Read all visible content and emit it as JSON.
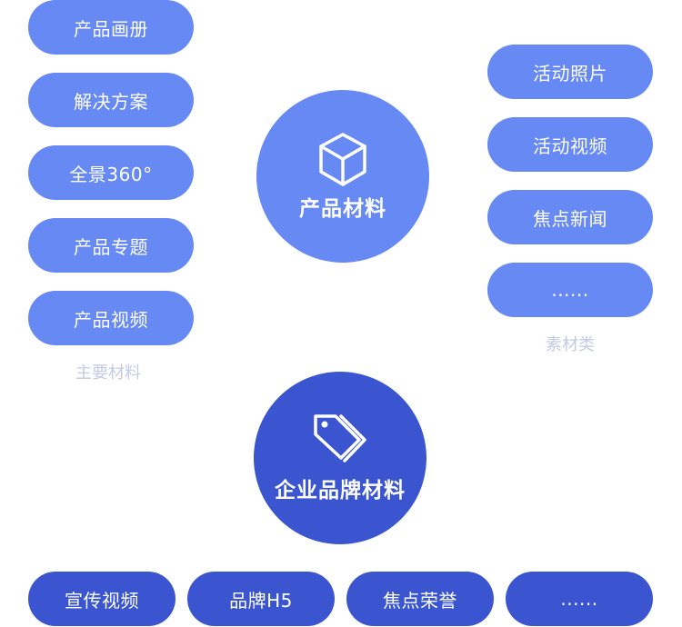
{
  "product_materials": {
    "center_label": "产品材料",
    "icon": "cube-icon",
    "main_group": {
      "caption": "主要材料",
      "items": [
        "产品画册",
        "解决方案",
        "全景360°",
        "产品专题",
        "产品视频"
      ]
    },
    "assets_group": {
      "caption": "素材类",
      "items": [
        "活动照片",
        "活动视频",
        "焦点新闻",
        "......"
      ]
    }
  },
  "brand_materials": {
    "center_label": "企业品牌材料",
    "icon": "tag-icon",
    "items": [
      "宣传视频",
      "品牌H5",
      "焦点荣誉",
      "......"
    ]
  },
  "colors": {
    "light_blue": "#6689f4",
    "dark_blue": "#3a55cf",
    "caption_gray": "#c3cbe6",
    "text": "#ffffff"
  }
}
